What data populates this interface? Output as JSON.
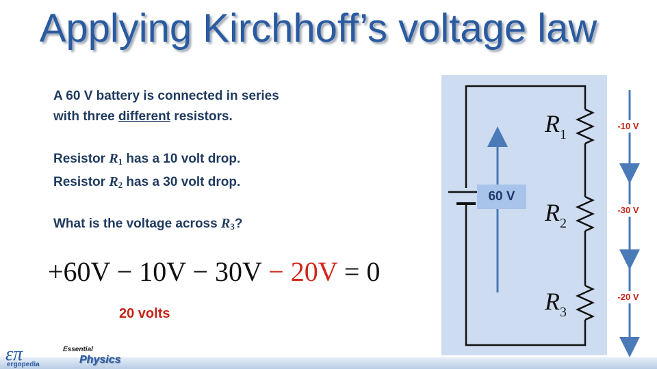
{
  "title": "Applying Kirchhoff’s voltage law",
  "problem": {
    "line1": "A 60 V battery is connected in series",
    "line2_before": "with three ",
    "line2_underlined": "different",
    "line2_after": " resistors.",
    "r1_before": "Resistor ",
    "r1_symbol": "R",
    "r1_sub": "1",
    "r1_after": " has a 10 volt drop.",
    "r2_before": "Resistor ",
    "r2_symbol": "R",
    "r2_sub": "2",
    "r2_after": " has a 30 volt drop.",
    "question_before": "What is the voltage across ",
    "question_symbol": "R",
    "question_sub": "3",
    "question_after": "?"
  },
  "equation": {
    "lhs": "+60V − 10V − 30V ",
    "answer_term": "− 20V",
    "rhs": " = 0"
  },
  "answer": "20 volts",
  "circuit": {
    "battery_label": "60 V",
    "resistors": [
      {
        "symbol": "R",
        "sub": "1",
        "drop": "-10 V"
      },
      {
        "symbol": "R",
        "sub": "2",
        "drop": "-30 V"
      },
      {
        "symbol": "R",
        "sub": "3",
        "drop": "-20 V"
      }
    ],
    "colors": {
      "wire": "#111111",
      "arrow": "#4a7ab8",
      "drop_text": "#c22418",
      "panel": "#cddcf0"
    }
  },
  "footer": {
    "logo_symbol": "επ",
    "logo_name": "ergopedia",
    "series_small": "Essential",
    "series_big": "Physics"
  }
}
